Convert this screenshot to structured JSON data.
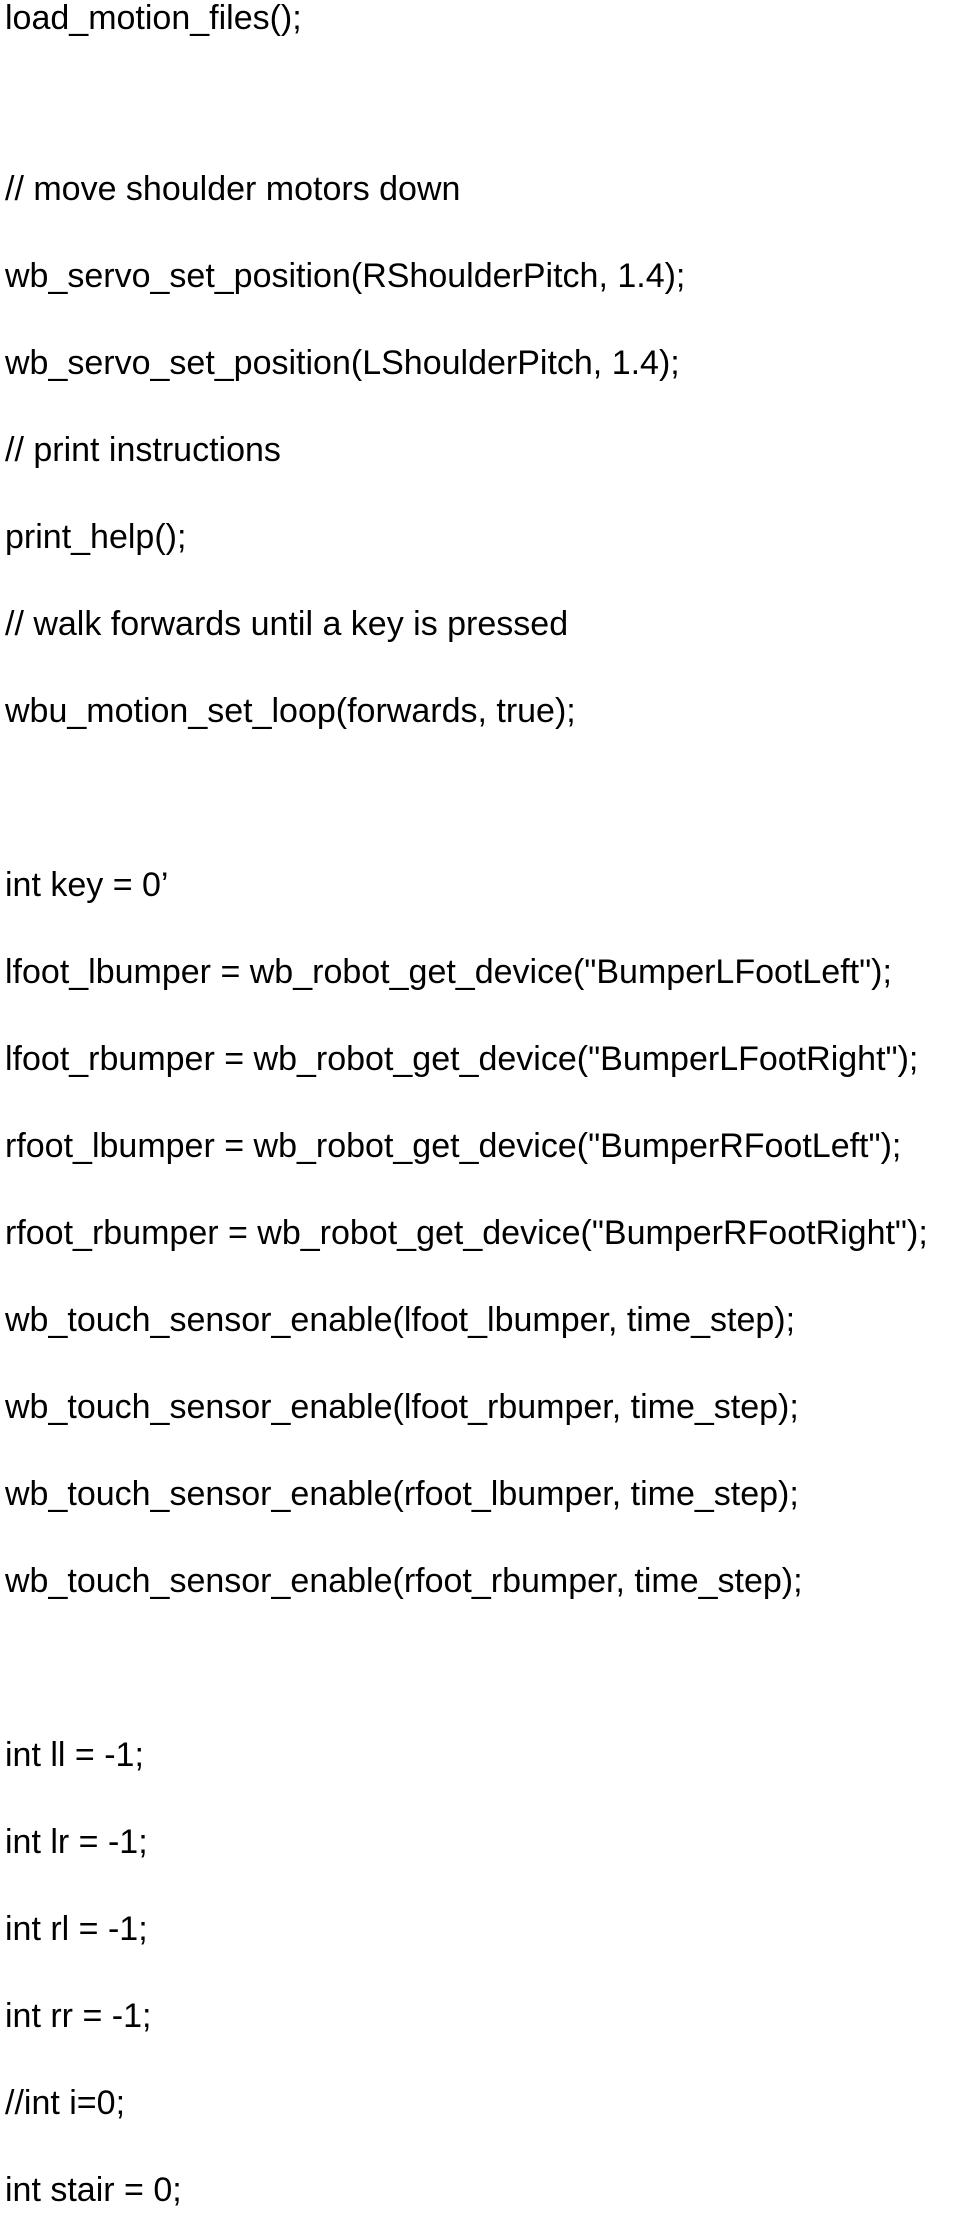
{
  "document": {
    "lines": [
      "load_motion_files();",
      "// move shoulder motors down",
      "wb_servo_set_position(RShoulderPitch, 1.4);",
      "wb_servo_set_position(LShoulderPitch, 1.4);",
      "// print instructions",
      "print_help();",
      "// walk forwards until a key is pressed",
      "wbu_motion_set_loop(forwards, true);",
      "int key = 0’",
      "lfoot_lbumper = wb_robot_get_device(\"BumperLFootLeft\");",
      "lfoot_rbumper = wb_robot_get_device(\"BumperLFootRight\");",
      "rfoot_lbumper = wb_robot_get_device(\"BumperRFootLeft\");",
      "rfoot_rbumper = wb_robot_get_device(\"BumperRFootRight\");",
      "wb_touch_sensor_enable(lfoot_lbumper, time_step);",
      "wb_touch_sensor_enable(lfoot_rbumper, time_step);",
      "wb_touch_sensor_enable(rfoot_lbumper, time_step);",
      "wb_touch_sensor_enable(rfoot_rbumper, time_step);",
      "int ll = -1;",
      "int lr = -1;",
      "int rl = -1;",
      "int rr = -1;",
      "//int i=0;",
      "int stair = 0;"
    ]
  }
}
